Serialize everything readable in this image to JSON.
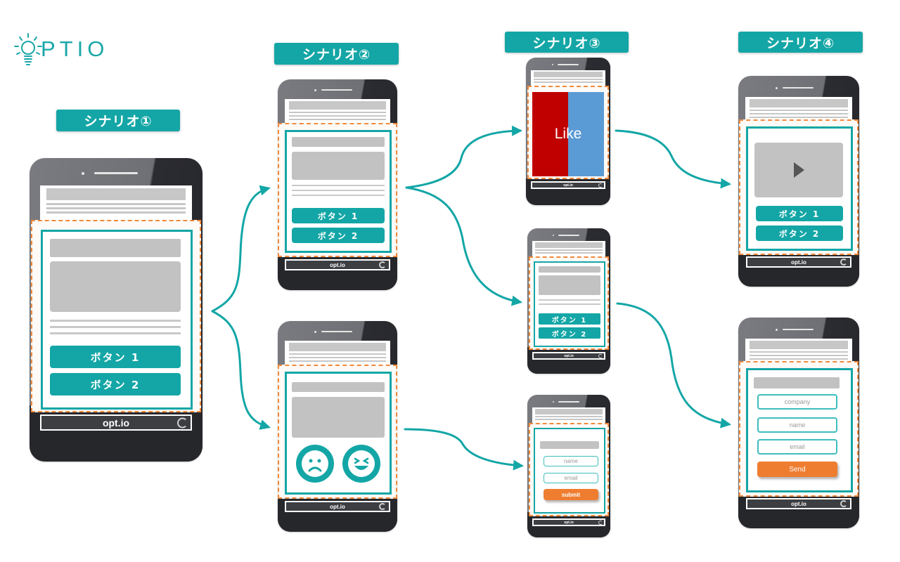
{
  "logo": {
    "text": "PTIO",
    "icon": "lightbulb-icon",
    "color": "#1aa7a8"
  },
  "colors": {
    "teal": "#14a6a6",
    "orange": "#ef7d30",
    "dashed_zone": "#f08a3c",
    "like_red": "#c00000",
    "like_blue": "#5b9bd5",
    "phone_dark": "#26272b",
    "placeholder_gray": "#c2c2c2"
  },
  "scenarios": [
    {
      "label": "シナリオ①"
    },
    {
      "label": "シナリオ②"
    },
    {
      "label": "シナリオ③"
    },
    {
      "label": "シナリオ④"
    }
  ],
  "phones": {
    "s1": {
      "buttons": [
        "ボタン 1",
        "ボタン 2"
      ],
      "url": "opt.io"
    },
    "s2_buttons": {
      "buttons": [
        "ボタン 1",
        "ボタン 2"
      ],
      "url": "opt.io"
    },
    "s2_faces": {
      "faces": [
        "sad-face-icon",
        "laughing-face-icon"
      ],
      "url": "opt.io"
    },
    "s3_like": {
      "like_text": "Like",
      "url": "opt.io"
    },
    "s3_buttons": {
      "buttons": [
        "ボタン 1",
        "ボタン 2"
      ],
      "url": "opt.io"
    },
    "s3_form": {
      "fields": [
        "name",
        "email"
      ],
      "submit": "submit",
      "url": "opt.io"
    },
    "s4_video": {
      "play_icon": "play-icon",
      "buttons": [
        "ボタン 1",
        "ボタン 2"
      ],
      "url": "opt.io"
    },
    "s4_form": {
      "fields": [
        "company",
        "name",
        "email"
      ],
      "submit": "Send",
      "url": "opt.io"
    }
  },
  "flows": [
    {
      "from": "s1",
      "to": "s2_buttons"
    },
    {
      "from": "s1",
      "to": "s2_faces"
    },
    {
      "from": "s2_buttons",
      "to": "s3_like"
    },
    {
      "from": "s2_buttons",
      "to": "s3_buttons"
    },
    {
      "from": "s2_faces",
      "to": "s3_form"
    },
    {
      "from": "s3_like",
      "to": "s4_video"
    },
    {
      "from": "s3_buttons",
      "to": "s4_form"
    }
  ]
}
